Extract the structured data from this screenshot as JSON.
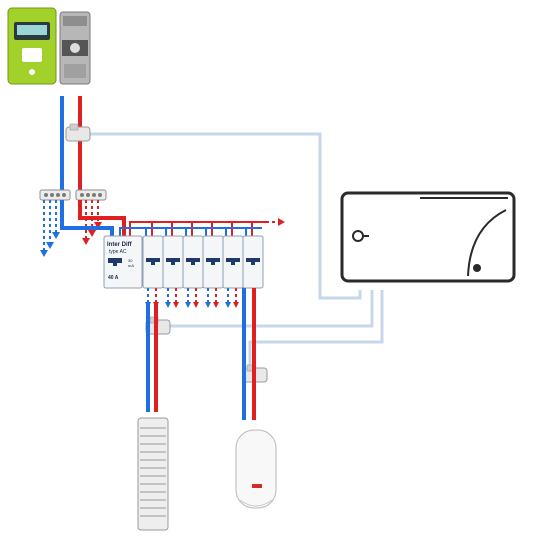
{
  "inter_label_1": "Inter Diff",
  "inter_label_2": "type AC",
  "inter_label_3": "30",
  "inter_label_4": "mA",
  "inter_label_5": "40 A"
}
